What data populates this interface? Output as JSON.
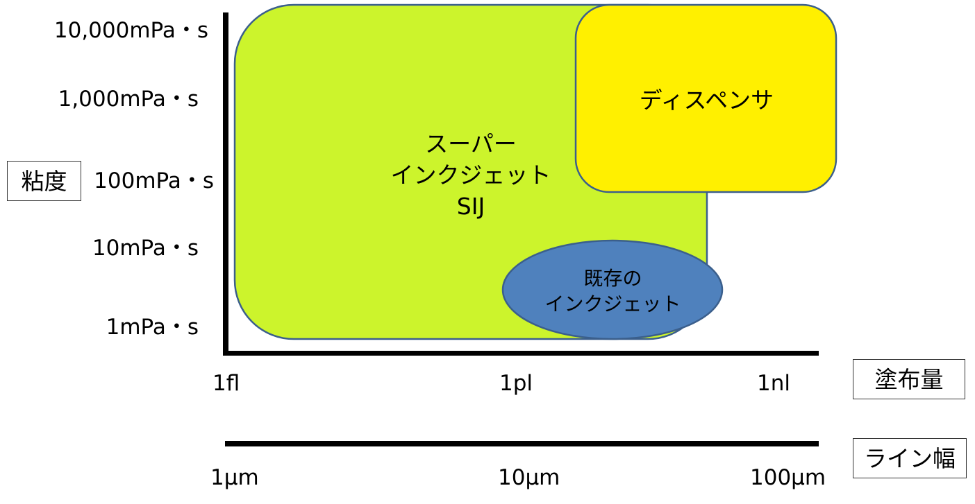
{
  "y_axis": {
    "label": "粘度",
    "ticks": [
      "10,000mPa・s",
      "1,000mPa・s",
      "100mPa・s",
      "10mPa・s",
      "1mPa・s"
    ]
  },
  "x_axis_volume": {
    "label": "塗布量",
    "ticks": [
      "1fl",
      "1pl",
      "1nl"
    ]
  },
  "x_axis_linewidth": {
    "label": "ライン幅",
    "ticks": [
      "1μm",
      "10μm",
      "100μm"
    ]
  },
  "regions": {
    "super_inkjet": {
      "lines": [
        "スーパー",
        "インクジェット",
        "SIJ"
      ],
      "color": "#ccf42c"
    },
    "dispenser": {
      "label": "ディスペンサ",
      "color": "#fff000"
    },
    "existing_inkjet": {
      "lines": [
        "既存の",
        "インクジェット"
      ],
      "color": "#4f81bd"
    }
  },
  "colors": {
    "outline": "#3b5f8c",
    "axis": "#000000"
  }
}
